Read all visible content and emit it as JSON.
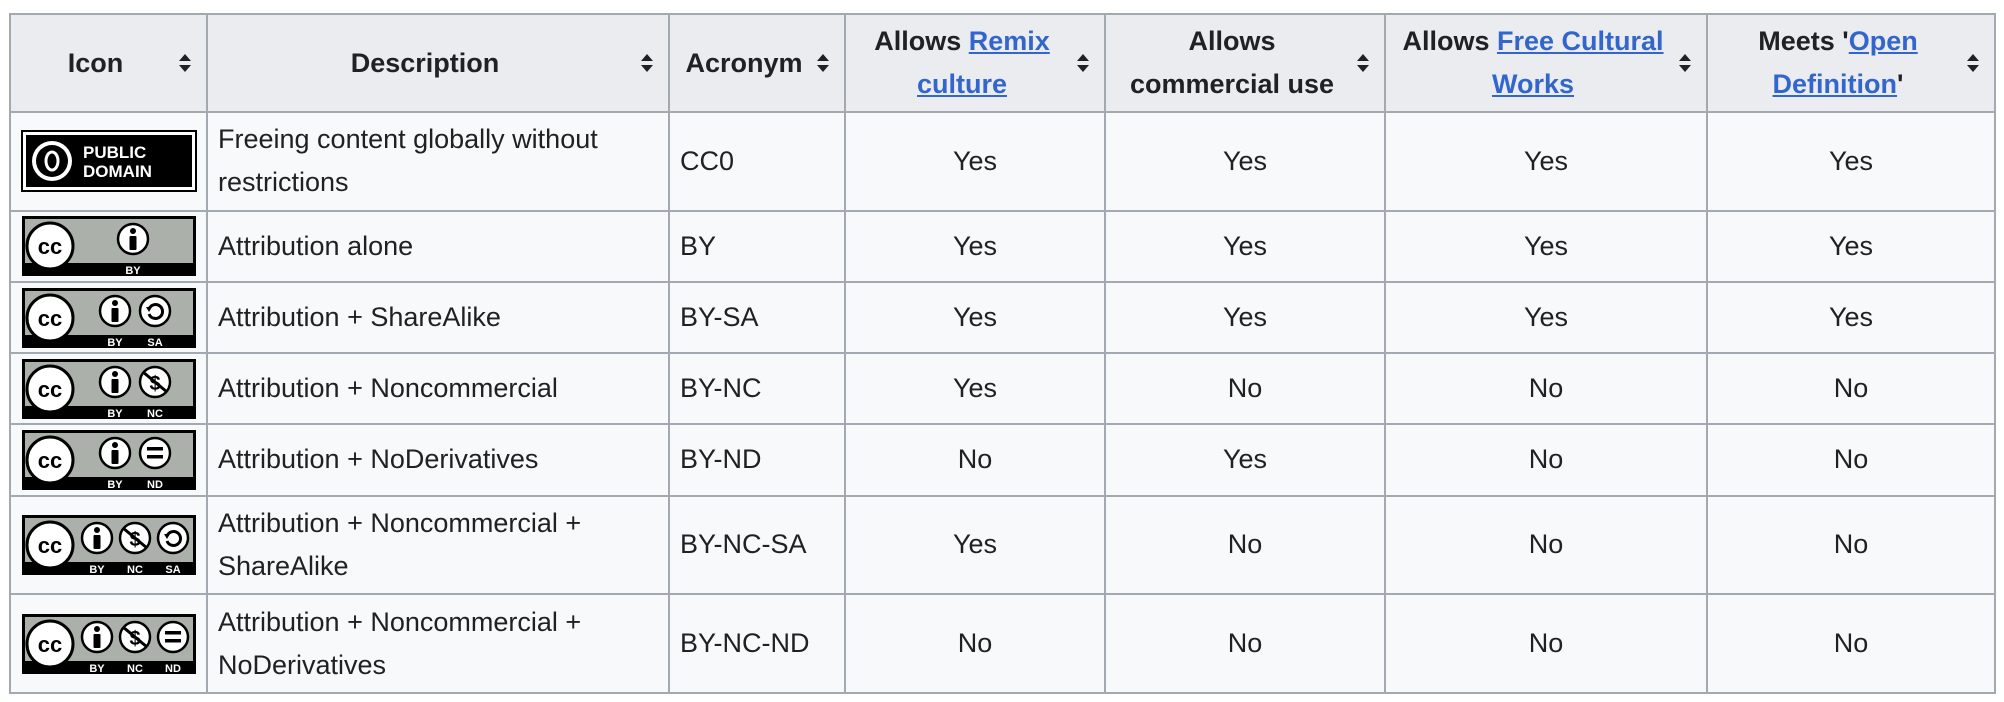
{
  "columns": {
    "icon": "Icon",
    "description": "Description",
    "acronym": "Acronym",
    "remix": {
      "prefix": "Allows ",
      "link": "Remix culture",
      "suffix": ""
    },
    "commercial": "Allows commercial use",
    "free": {
      "prefix": "Allows ",
      "link": "Free Cultural Works",
      "suffix": ""
    },
    "open": {
      "prefix": "Meets '",
      "link": "Open Definition",
      "suffix": "'"
    }
  },
  "badges": {
    "cc_text": "cc",
    "pd_line1": "PUBLIC",
    "pd_line2": "DOMAIN",
    "by": "BY",
    "sa": "SA",
    "nc": "NC",
    "nd": "ND"
  },
  "colors": {
    "yes": "#b0f9a2",
    "no": "#f29d97",
    "header": "#eaecf0",
    "link": "#3366cc"
  },
  "rows": [
    {
      "icon": "public-domain-badge-icon",
      "description": "Freeing content globally without restrictions",
      "acronym": "CC0",
      "remix": "Yes",
      "commercial": "Yes",
      "free": "Yes",
      "open": "Yes"
    },
    {
      "icon": "cc-by-badge-icon",
      "description": "Attribution alone",
      "acronym": "BY",
      "remix": "Yes",
      "commercial": "Yes",
      "free": "Yes",
      "open": "Yes"
    },
    {
      "icon": "cc-by-sa-badge-icon",
      "description": "Attribution + ShareAlike",
      "acronym": "BY-SA",
      "remix": "Yes",
      "commercial": "Yes",
      "free": "Yes",
      "open": "Yes"
    },
    {
      "icon": "cc-by-nc-badge-icon",
      "description": "Attribution + Noncommercial",
      "acronym": "BY-NC",
      "remix": "Yes",
      "commercial": "No",
      "free": "No",
      "open": "No"
    },
    {
      "icon": "cc-by-nd-badge-icon",
      "description": "Attribution + NoDerivatives",
      "acronym": "BY-ND",
      "remix": "No",
      "commercial": "Yes",
      "free": "No",
      "open": "No"
    },
    {
      "icon": "cc-by-nc-sa-badge-icon",
      "description": "Attribution + Noncommercial + ShareAlike",
      "acronym": "BY-NC-SA",
      "remix": "Yes",
      "commercial": "No",
      "free": "No",
      "open": "No"
    },
    {
      "icon": "cc-by-nc-nd-badge-icon",
      "description": "Attribution + Noncommercial + NoDerivatives",
      "acronym": "BY-NC-ND",
      "remix": "No",
      "commercial": "No",
      "free": "No",
      "open": "No"
    }
  ]
}
